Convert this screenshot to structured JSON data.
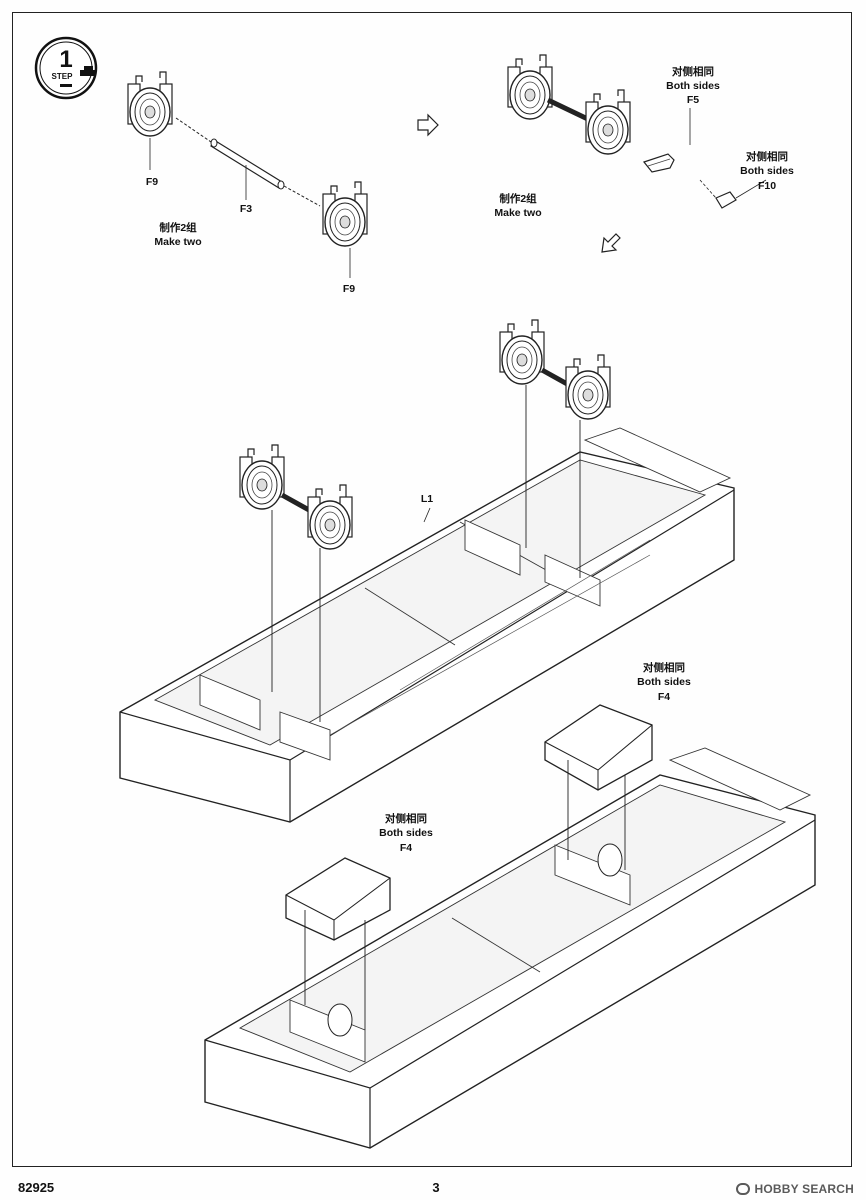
{
  "step": {
    "number": "1",
    "word": "STEP"
  },
  "labels": {
    "f9_left": "F9",
    "f3": "F3",
    "f9_right": "F9",
    "make_two_cn_left": "制作2组",
    "make_two_en_left": "Make two",
    "make_two_cn_right": "制作2组",
    "make_two_en_right": "Make two",
    "both_sides_cn_1": "对侧相同",
    "both_sides_en_1": "Both sides",
    "f5": "F5",
    "both_sides_cn_2": "对侧相同",
    "both_sides_en_2": "Both sides",
    "f10": "F10",
    "l1": "L1",
    "both_sides_cn_3": "对侧相同",
    "both_sides_en_3": "Both sides",
    "f4_right": "F4",
    "both_sides_cn_4": "对侧相同",
    "both_sides_en_4": "Both sides",
    "f4_left": "F4"
  },
  "footer": {
    "product_code": "82925",
    "page_number": "3",
    "watermark": "HOBBY SEARCH"
  }
}
